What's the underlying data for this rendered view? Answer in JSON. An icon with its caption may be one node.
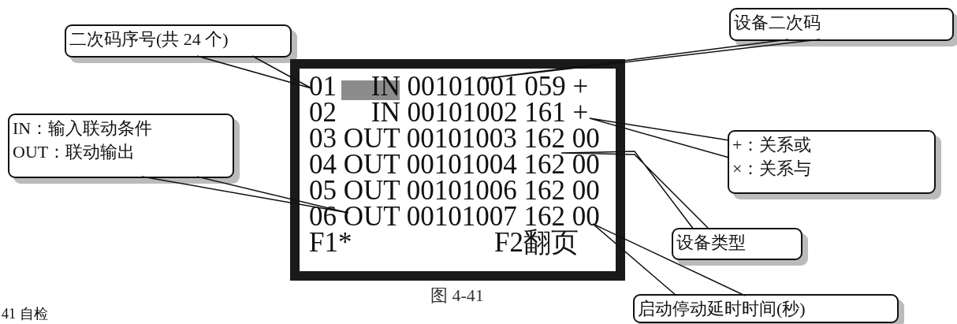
{
  "diagram": {
    "caption": "图 4-41",
    "nodes": [
      {
        "text": [
          "设备二次码"
        ]
      },
      {
        "text": [
          "二次码序号(共 24 个)"
        ]
      },
      {
        "text": [
          "01     IN 00101001 059 +",
          "02     IN 00101002 161 +",
          "03 OUT 00101003 162 00",
          "04 OUT 00101004 162 00",
          "05 OUT 00101006 162 00",
          "06 OUT 00101007 162 00",
          "F1*",
          "F2翻页"
        ]
      },
      {
        "text": [
          "IN：输入联动条件",
          "OUT：联动输出"
        ]
      },
      {
        "text": [
          "+：关系或",
          "×：关系与"
        ]
      },
      {
        "text": [
          "设备类型"
        ]
      },
      {
        "text": [
          "启动停动延时时间(秒)"
        ]
      }
    ],
    "edges": [
      {
        "from": 0,
        "to": 2,
        "arrow": "none"
      },
      {
        "from": 1,
        "to": 2,
        "arrow": "none"
      },
      {
        "from": 3,
        "to": 2,
        "arrow": "none"
      },
      {
        "from": 4,
        "to": 2,
        "arrow": "none"
      },
      {
        "from": 5,
        "to": 2,
        "arrow": "none"
      },
      {
        "from": 6,
        "to": 2,
        "arrow": "none"
      }
    ],
    "labels": [
      "41 自检"
    ]
  }
}
